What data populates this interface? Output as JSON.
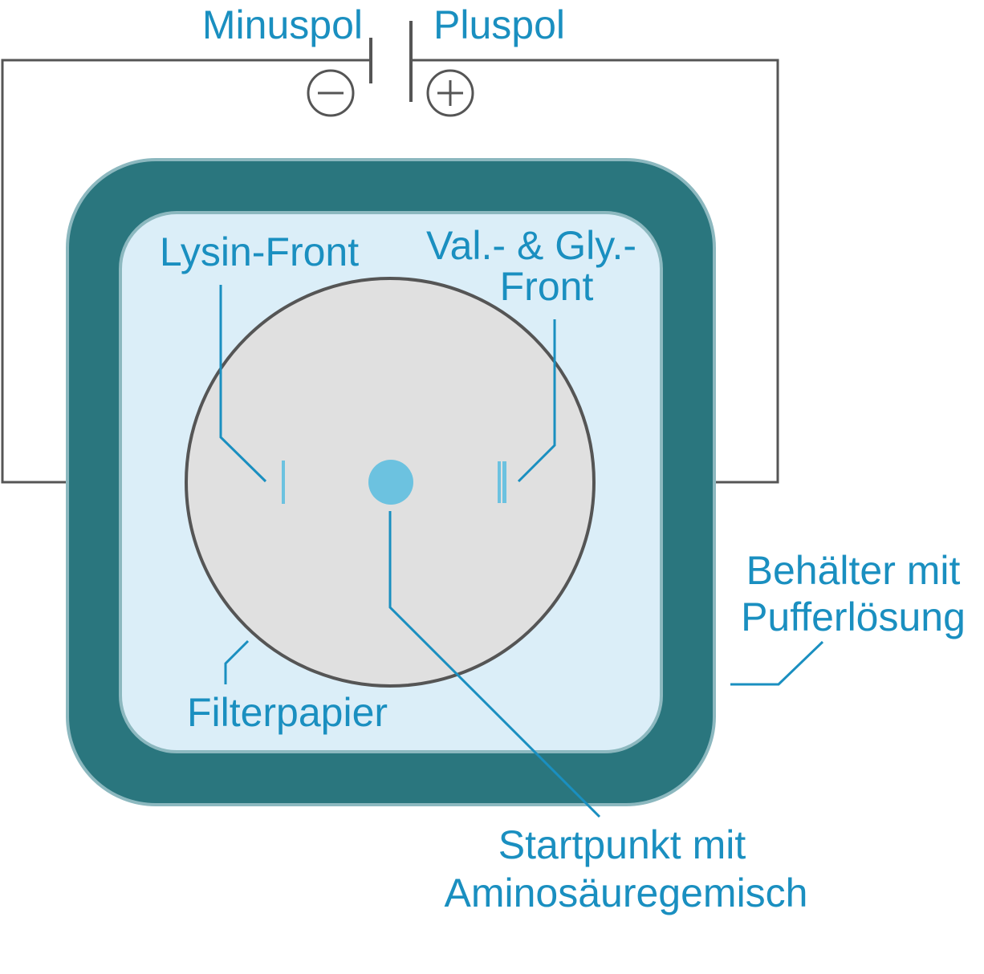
{
  "labels": {
    "minus_pole": "Minuspol",
    "plus_pole": "Pluspol",
    "lysine_front": "Lysin-Front",
    "val_gly_front_line1": "Val.- & Gly.-",
    "val_gly_front_line2": "Front",
    "container_line1": "Behälter mit",
    "container_line2": "Pufferlösung",
    "filter_paper": "Filterpapier",
    "start_line1": "Startpunkt mit",
    "start_line2": "Aminosäuregemisch"
  },
  "symbols": {
    "minus": "−",
    "plus": "+"
  },
  "colors": {
    "label_text": "#1a8fc0",
    "wire": "#555555",
    "container_wall": "#2a767e",
    "container_edge": "#8cb8bf",
    "buffer_fill": "#dbeef8",
    "filter_paper": "#e0e0e0",
    "sample_spot": "#6cc2e0",
    "leader_line": "#1a8fc0"
  }
}
